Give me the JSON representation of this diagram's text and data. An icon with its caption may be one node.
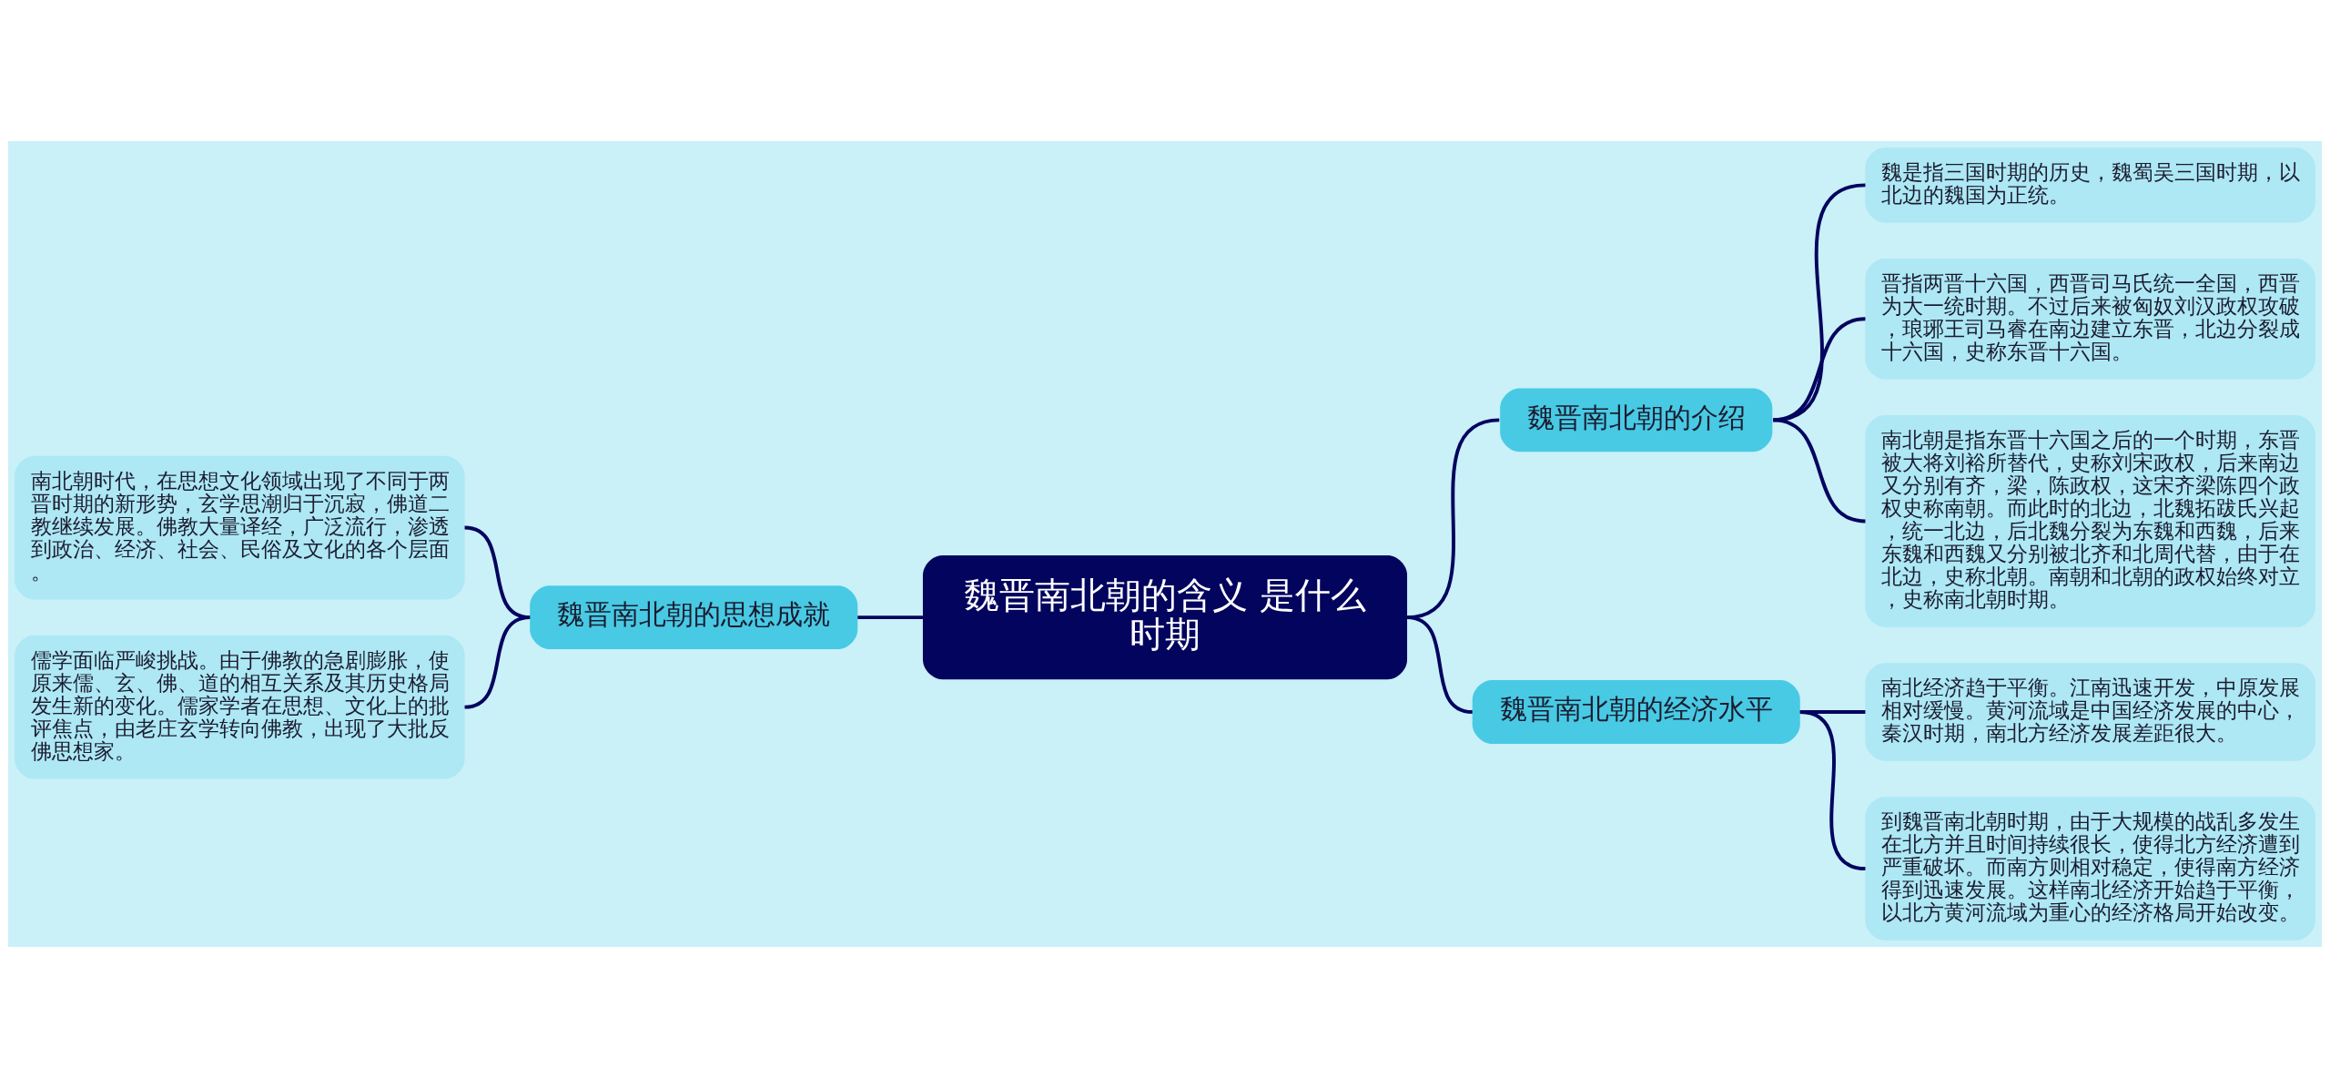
{
  "diagram": {
    "nodes": [
      {
        "text": [
          "魏晋南北朝的含义 是什么时期"
        ]
      },
      {
        "text": [
          "魏晋南北朝的介绍"
        ]
      },
      {
        "text": [
          "魏是指三国时期的历史，魏蜀吴三国时期，以北边的魏国为正统。"
        ]
      },
      {
        "text": [
          "晋指两晋十六国，西晋司马氏统一全国，西晋为大一统时期。不过后来被匈奴刘汉政权攻破，琅琊王司马睿在南边建立东晋，北边分裂成十六国，史称东晋十六国。"
        ]
      },
      {
        "text": [
          "南北朝是指东晋十六国之后的一个时期，东晋被大将刘裕所替代，史称刘宋政权，后来南边又分别有齐，梁，陈政权，这宋齐梁陈四个政权史称南朝。而此时的北边，北魏拓跋氏兴起，统一北边，后北魏分裂为东魏和西魏，后来东魏和西魏又分别被北齐和北周代替，由于在北边，史称北朝。南朝和北朝的政权始终对立，史称南北朝时期。"
        ]
      },
      {
        "text": [
          "魏晋南北朝的经济水平"
        ]
      },
      {
        "text": [
          "南北经济趋于平衡。江南迅速开发，中原发展相对缓慢。黄河流域是中国经济发展的中心，秦汉时期，南北方经济发展差距很大。"
        ]
      },
      {
        "text": [
          "到魏晋南北朝时期，由于大规模的战乱多发生在北方并且时间持续很长，使得北方经济遭到严重破坏。而南方则相对稳定，使得南方经济得到迅速发展。这样南北经济开始趋于平衡，以北方黄河流域为重心的经济格局开始改变。"
        ]
      },
      {
        "text": [
          "魏晋南北朝的思想成就"
        ]
      },
      {
        "text": [
          "南北朝时代，在思想文化领域出现了不同于两晋时期的新形势，玄学思潮归于沉寂，佛道二教继续发展。佛教大量译经，广泛流行，渗透到政治、经济、社会、民俗及文化的各个层面。"
        ]
      },
      {
        "text": [
          "儒学面临严峻挑战。由于佛教的急剧膨胀，使原来儒、玄、佛、道的相互关系及其历史格局发生新的变化。儒家学者在思想、文化上的批评焦点，由老庄玄学转向佛教，出现了大批反佛思想家。"
        ]
      }
    ],
    "edges": [
      {
        "from": 0,
        "to": 1,
        "arrow": "none"
      },
      {
        "from": 1,
        "to": 2,
        "arrow": "none"
      },
      {
        "from": 1,
        "to": 3,
        "arrow": "none"
      },
      {
        "from": 1,
        "to": 4,
        "arrow": "none"
      },
      {
        "from": 0,
        "to": 5,
        "arrow": "none"
      },
      {
        "from": 5,
        "to": 6,
        "arrow": "none"
      },
      {
        "from": 5,
        "to": 7,
        "arrow": "none"
      },
      {
        "from": 9,
        "to": 8,
        "arrow": "none"
      },
      {
        "from": 10,
        "to": 8,
        "arrow": "none"
      },
      {
        "from": 8,
        "to": 0,
        "arrow": "none"
      }
    ]
  }
}
